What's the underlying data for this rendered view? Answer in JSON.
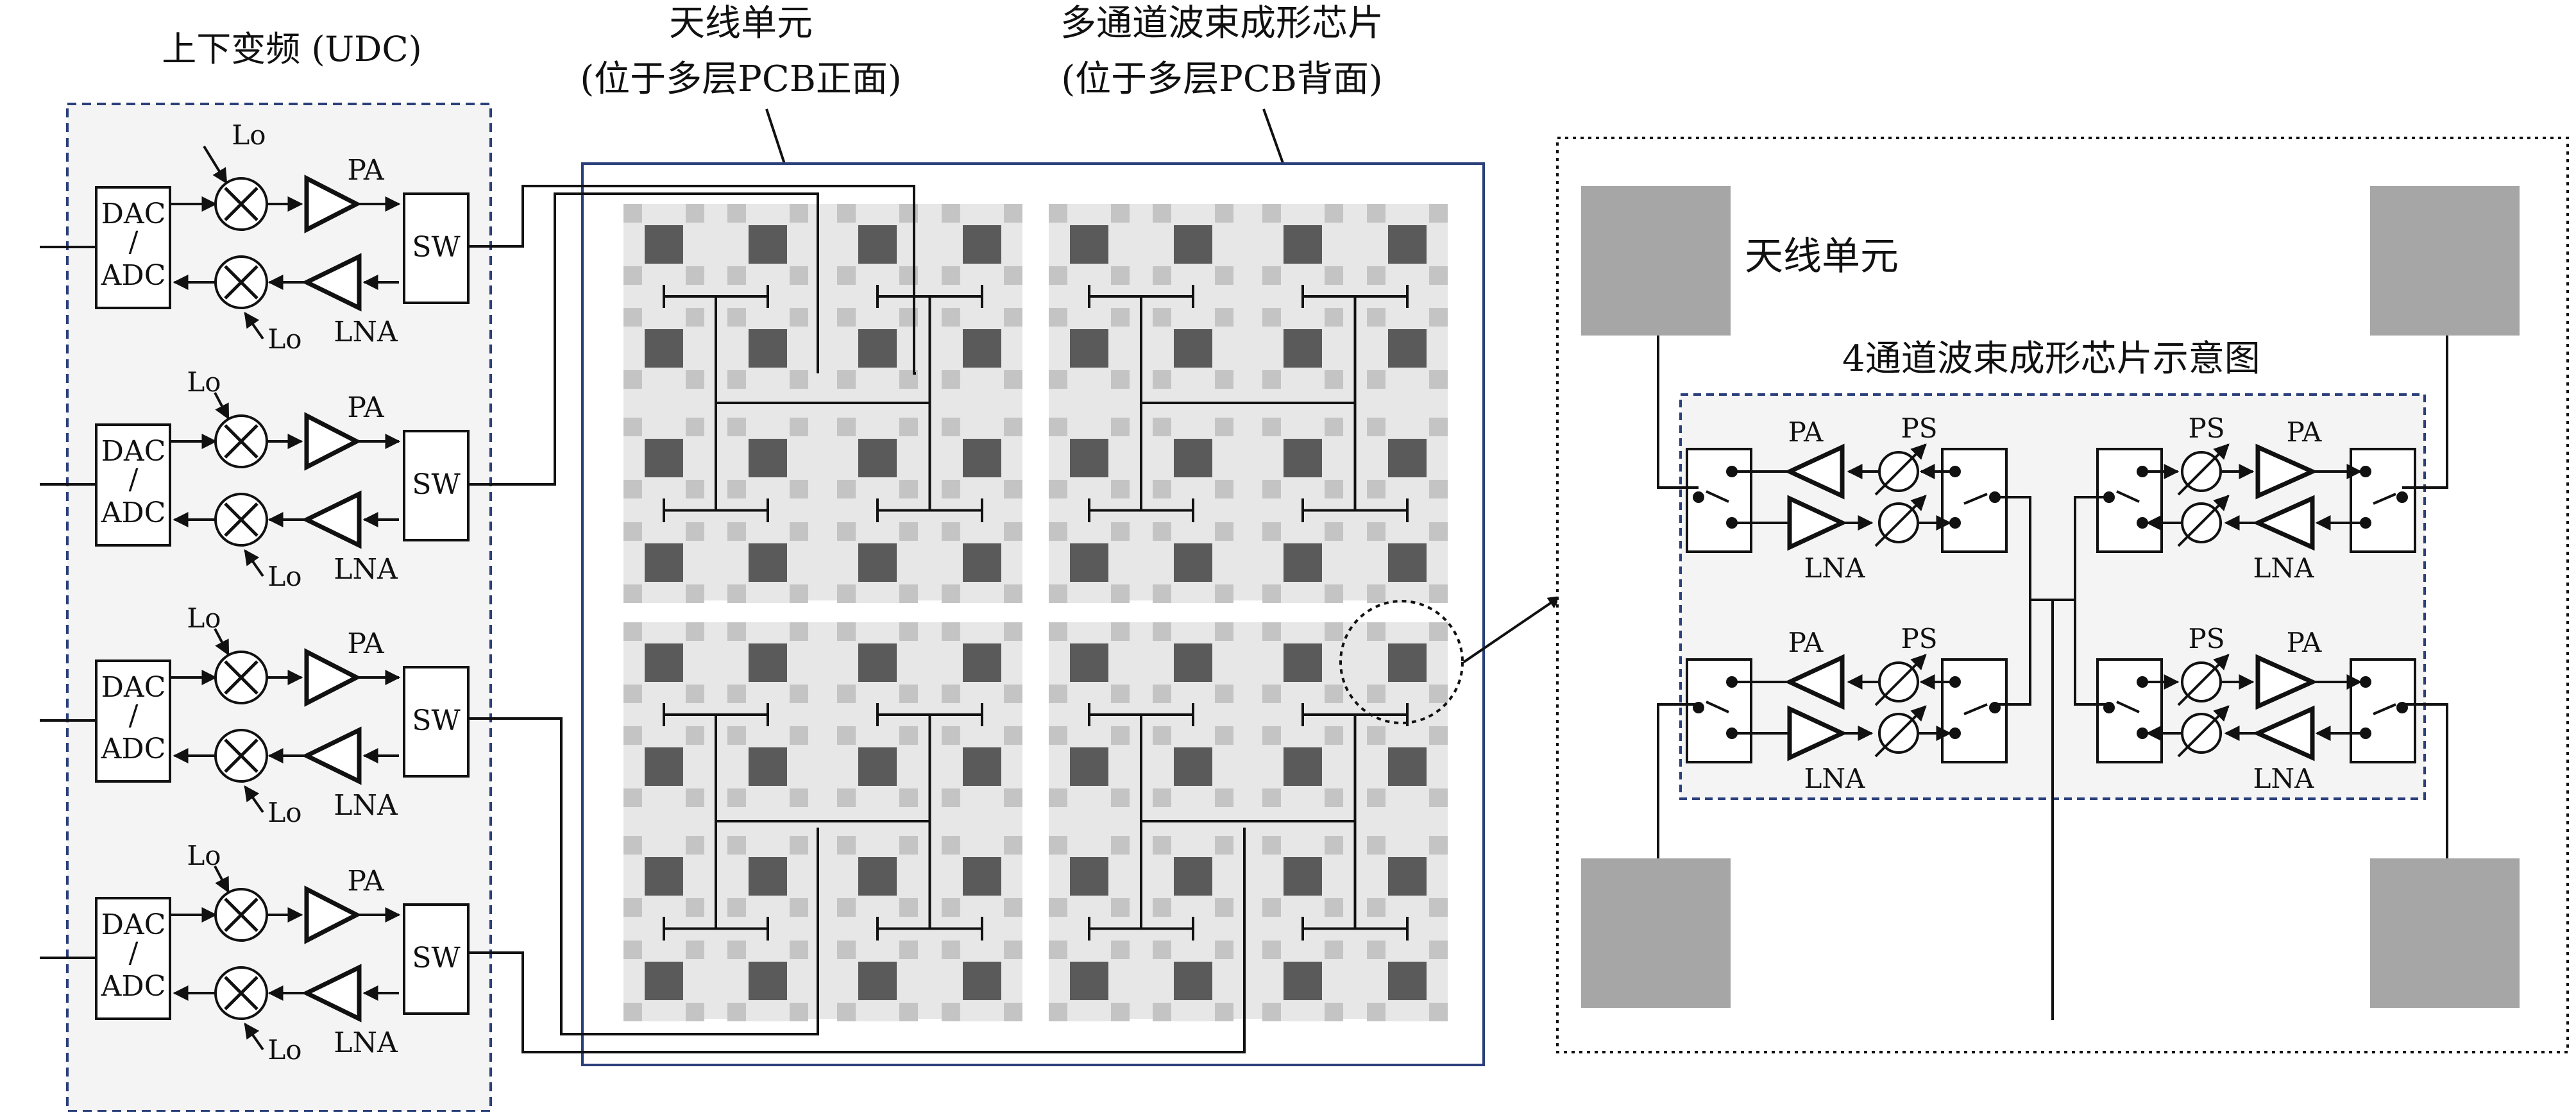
{
  "udc": {
    "title": "上下变频 (UDC)",
    "dac_top": "DAC",
    "dac_slash": "/",
    "dac_bottom": "ADC",
    "pa": "PA",
    "lna": "LNA",
    "sw": "SW",
    "lo": "Lo",
    "channel_count": 4
  },
  "array": {
    "antenna_label_line1": "天线单元",
    "antenna_label_line2": "(位于多层PCB正面)",
    "chip_label_line1": "多通道波束成形芯片",
    "chip_label_line2": "(位于多层PCB背面)",
    "quadrants": 4,
    "elements_per_quadrant_side": 4
  },
  "detail": {
    "antenna_label": "天线单元",
    "chip_title": "4通道波束成形芯片示意图",
    "pa": "PA",
    "lna": "LNA",
    "ps": "PS"
  },
  "colors": {
    "panel_fill": "#f4f4f4",
    "panel_border_dashed": "#2b3f7a",
    "pcb_border": "#2b3f7a",
    "antenna_dark": "#5a5a5a",
    "antenna_light": "#c4c4c4",
    "quadrant_bg": "#e7e7e7",
    "detail_antenna": "#a6a6a6"
  }
}
